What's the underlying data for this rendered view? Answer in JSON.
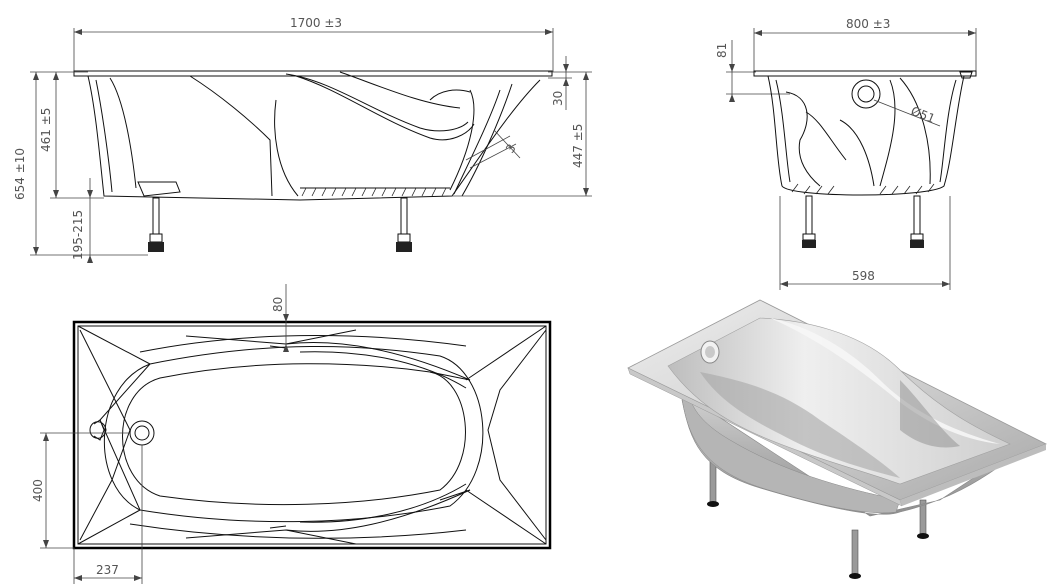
{
  "dimensions": {
    "side_length": "1700 ±3",
    "side_total_height": "654 ±10",
    "side_body_height": "461 ±5",
    "side_leg_range": "195-215",
    "side_rim": "30",
    "side_inner_height": "447 ±5",
    "side_wall": "3",
    "front_width": "800 ±3",
    "front_rim": "81",
    "front_drain": "Ø51",
    "front_leg_span": "598",
    "top_offset": "80",
    "top_drain_span": "400",
    "top_drain_offset": "237"
  },
  "colors": {
    "line": "#111111",
    "dimension": "#555555",
    "render_light": "#f2f2f2",
    "render_shadow": "#9a9a9a"
  }
}
